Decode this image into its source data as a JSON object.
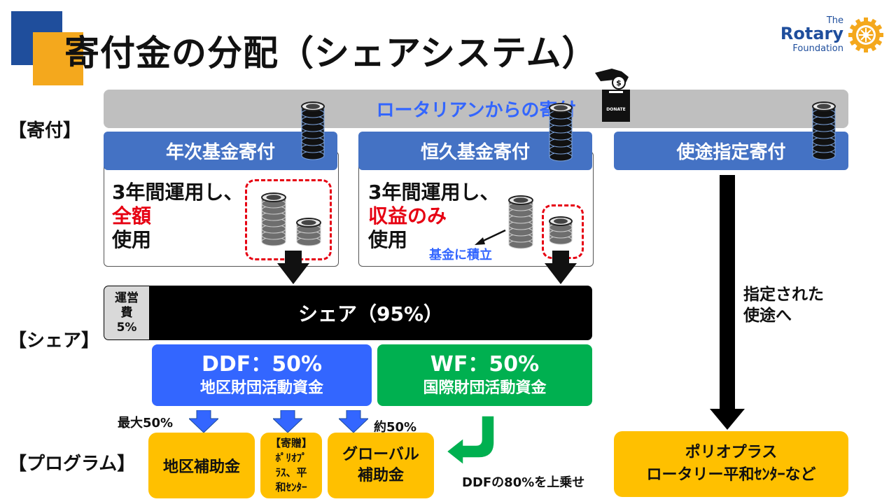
{
  "title": "寄付金の分配（シェアシステム）",
  "logo": {
    "the": "The",
    "rotary": "Rotary",
    "foundation": "Foundation"
  },
  "donate_label": "DONATE",
  "labels": {
    "donation": "【寄付】",
    "share": "【シェア】",
    "program": "【プログラム】"
  },
  "top_bar": "ロータリアンからの寄付",
  "annual": {
    "head": "年次基金寄付",
    "line1": "3年間運用し、",
    "line2": "全額",
    "line3": "使用"
  },
  "endowment": {
    "head": "恒久基金寄付",
    "line1": "3年間運用し、",
    "line2": "収益のみ",
    "line3": "使用",
    "note": "基金に積立"
  },
  "directed": {
    "head": "使途指定寄付",
    "note_line1": "指定された",
    "note_line2": "使途へ"
  },
  "share": {
    "ops_line1": "運営",
    "ops_line2": "費",
    "ops_line3": "5%",
    "main": "シェア（95%）"
  },
  "ddf": {
    "line1": "DDF：50%",
    "line2": "地区財団活動資金"
  },
  "wf": {
    "line1": "WF：50%",
    "line2": "国際財団活動資金"
  },
  "notes": {
    "max50": "最大50%",
    "approx50": "約50%",
    "ddf80": "DDFの80%を上乗せ"
  },
  "programs": {
    "district": "地区補助金",
    "gift_l1": "【寄贈】",
    "gift_l2": "ﾎﾟﾘｵﾌﾟ",
    "gift_l3": "ﾗｽ、平",
    "gift_l4": "和ｾﾝﾀｰ",
    "global_l1": "グローバル",
    "global_l2": "補助金",
    "polio_l1": "ポリオプラス",
    "polio_l2": "ロータリー平和ｾﾝﾀｰなど"
  },
  "colors": {
    "blue_head": "#4472c4",
    "ddf": "#3366ff",
    "wf": "#00b050",
    "orange": "#ffc000",
    "red": "#e60012",
    "dark_blue": "#1f4e9c",
    "gold": "#f4a81d"
  }
}
